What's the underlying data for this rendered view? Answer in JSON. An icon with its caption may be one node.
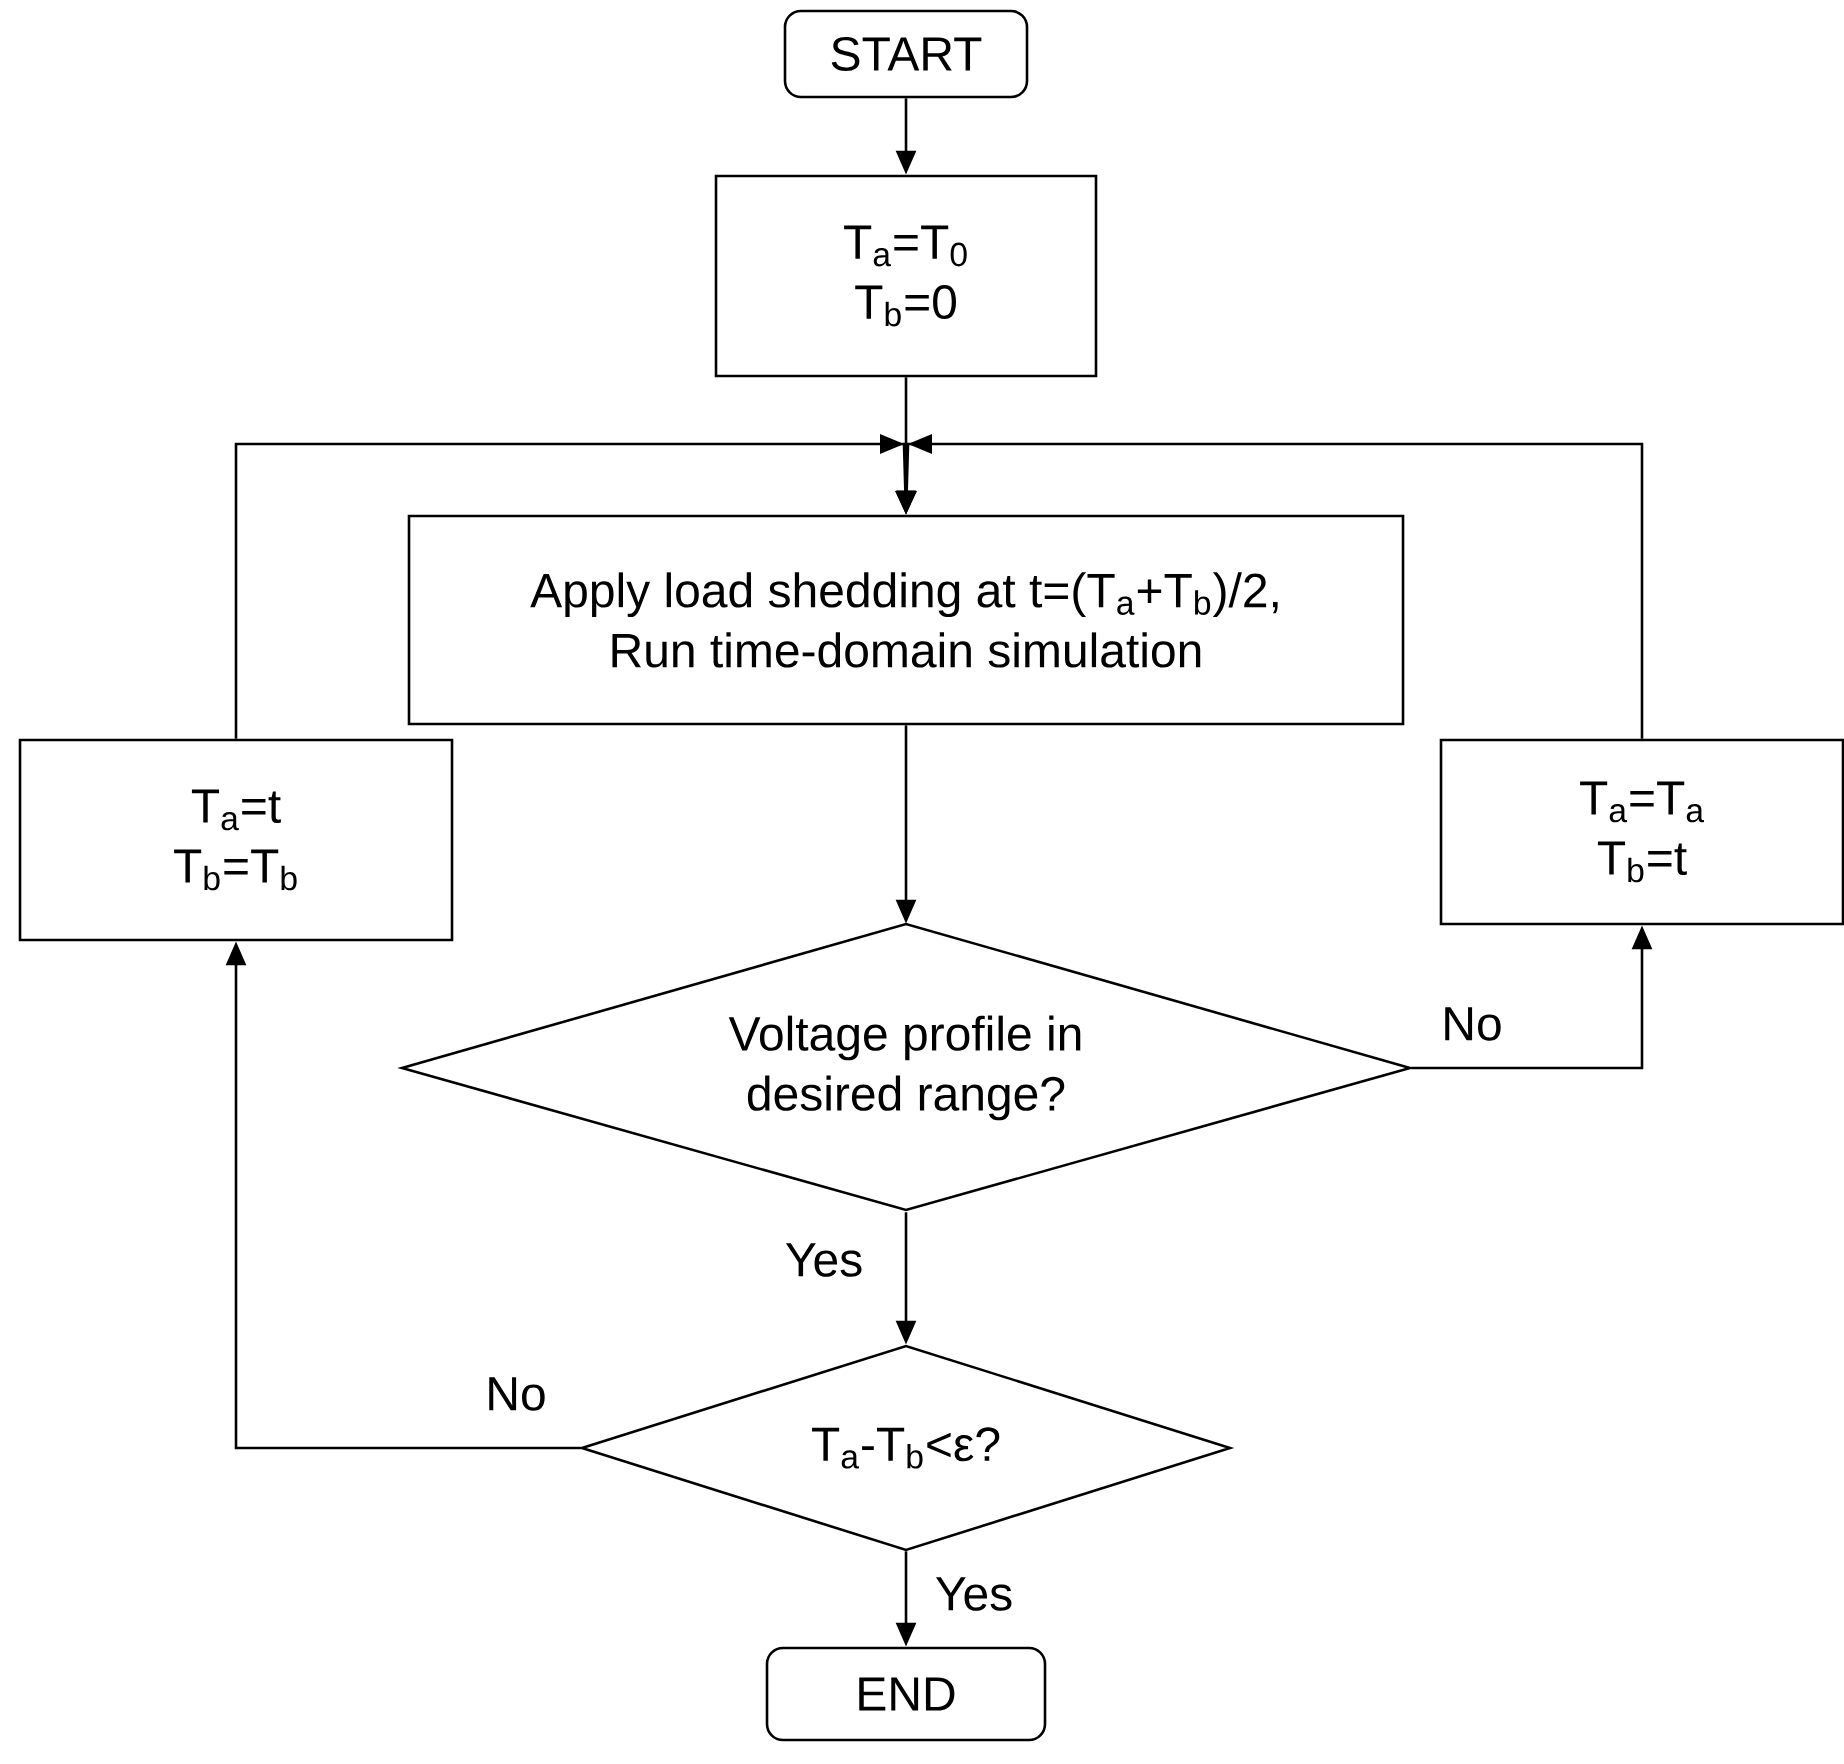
{
  "diagram": {
    "nodes": [
      {
        "text": [
          "START"
        ]
      },
      {
        "text": [
          "T$_{a}$=T$_{0}$",
          "T$_{b}$=0"
        ]
      },
      {
        "text": [
          "Apply load shedding at t=(T$_{a}$+T$_{b}$)/2, Run time-domain simulation"
        ]
      },
      {
        "text": [
          "Voltage profile in desired range?"
        ]
      },
      {
        "text": [
          "T$_{a}$-T$_{b}$<ε?"
        ]
      },
      {
        "text": [
          "END"
        ]
      },
      {
        "text": [
          "T$_{a}$=t",
          "T$_{b}$=T$_{b}$"
        ]
      },
      {
        "text": [
          "T$_{a}$=T$_{a}$",
          "T$_{b}$=t"
        ]
      }
    ],
    "edges": [
      {
        "from": 0,
        "to": 1,
        "arrow": "to"
      },
      {
        "from": 1,
        "to": 2,
        "arrow": "to"
      },
      {
        "from": 2,
        "to": 3,
        "arrow": "to"
      },
      {
        "from": 3,
        "to": 4,
        "arrow": "to",
        "label": "Yes"
      },
      {
        "from": 4,
        "to": 5,
        "arrow": "to",
        "label": "Yes"
      },
      {
        "from": 3,
        "to": 7,
        "arrow": "to",
        "label": "No"
      },
      {
        "from": 4,
        "to": 6,
        "arrow": "to",
        "label": "No"
      },
      {
        "from": 6,
        "to": 2,
        "arrow": "to"
      },
      {
        "from": 7,
        "to": 2,
        "arrow": "to"
      }
    ]
  }
}
